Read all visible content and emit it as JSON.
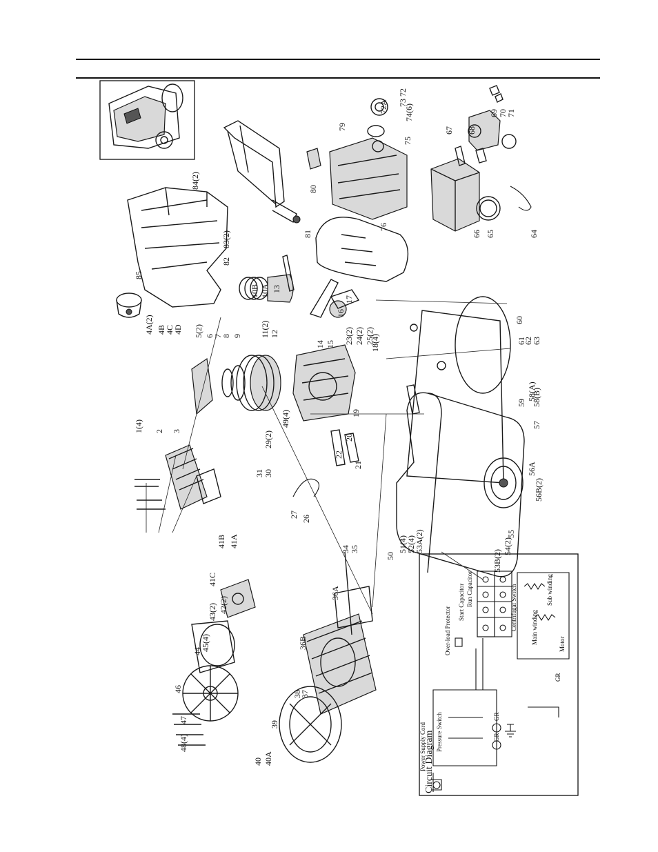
{
  "labels": [
    "1(4)",
    "2",
    "3",
    "4A(2)",
    "4B",
    "4C",
    "4D",
    "5(2)",
    "6",
    "7",
    "8",
    "9",
    "10A",
    "10B",
    "11(2)",
    "12",
    "13",
    "14",
    "15",
    "16",
    "17",
    "18(4)",
    "19",
    "20",
    "21",
    "22",
    "23(2)",
    "24(2)",
    "25(2)",
    "26",
    "27",
    "29(2)",
    "30",
    "31",
    "34",
    "35",
    "36A",
    "36B",
    "37",
    "38",
    "39",
    "40",
    "40A",
    "41A",
    "41B",
    "41C",
    "42(2)",
    "43(2)",
    "44",
    "45(4)",
    "46",
    "47",
    "48(4)",
    "49(4)",
    "50",
    "51(4)",
    "52(4)",
    "53A(2)",
    "53B(2)",
    "54(2)",
    "55",
    "56A",
    "56B(2)",
    "57",
    "58(A)",
    "58(B)",
    "59",
    "60",
    "61",
    "62",
    "63",
    "64",
    "65",
    "66",
    "67",
    "68",
    "69",
    "70",
    "71",
    "72",
    "72A",
    "73",
    "74(6)",
    "75",
    "76",
    "79",
    "80",
    "81",
    "82",
    "83(2)",
    "84(2)",
    "85"
  ],
  "circuit": {
    "title": "Circuit Diagram",
    "power_cord": "Power Supply Cord",
    "pressure_switch": "Pressure Switch",
    "overload": "Over-load Protector",
    "start_capacitor": "Start Capacitor",
    "run_capacitor": "Run Capacitor",
    "centrifugal_switch": "Centrifugal Switch",
    "sub_winding": "Sub winding",
    "main_winding": "Main winding",
    "motor": "Motor",
    "gr": "GR"
  }
}
